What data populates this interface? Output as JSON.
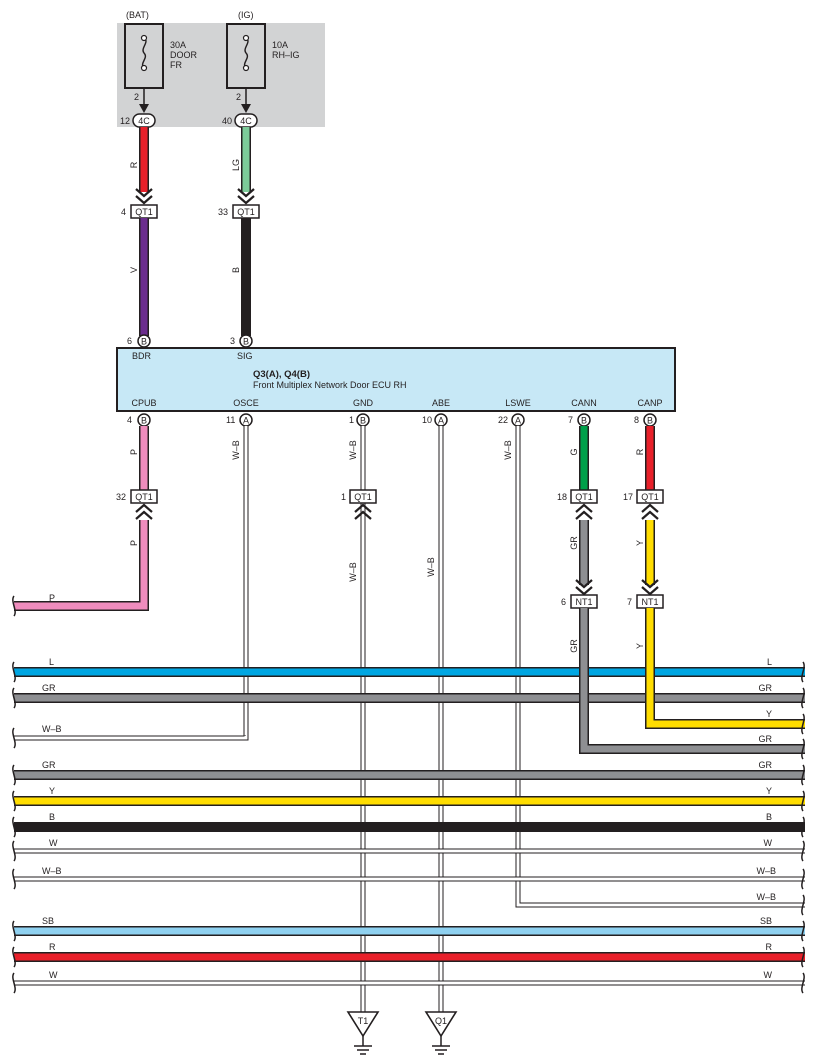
{
  "colors": {
    "R": "#e8202a",
    "LG": "#7ccb99",
    "V": "#6b2d8e",
    "B": "#231f20",
    "P": "#ef8cbd",
    "G": "#00a04a",
    "GR": "#8e8f92",
    "Y": "#ffdd00",
    "L": "#00a6e2",
    "SB": "#8fd1f0",
    "W": "#ffffff",
    "W-B": "#ffffff",
    "ecu_fill": "#c7e8f6",
    "fuse_box_fill": "#d2d3d4"
  },
  "fuses": [
    {
      "id": "bat",
      "source": "(BAT)",
      "rating": "30A",
      "name_lines": [
        "DOOR",
        "FR"
      ],
      "pin_above": "2",
      "conn_pin": "12",
      "conn": "4C"
    },
    {
      "id": "ig",
      "source": "(IG)",
      "rating": "10A",
      "name_lines": [
        "RH–IG"
      ],
      "pin_above": "2",
      "conn_pin": "40",
      "conn": "4C"
    }
  ],
  "upper_wires": [
    {
      "id": "bat-r",
      "color": "R",
      "qt_pin": "4",
      "qt": "QT1",
      "lower_color": "V",
      "ecu_pin": "6",
      "ecu_conn": "B",
      "terminal": "BDR"
    },
    {
      "id": "ig-lg",
      "color": "LG",
      "qt_pin": "33",
      "qt": "QT1",
      "lower_color": "B",
      "ecu_pin": "3",
      "ecu_conn": "B",
      "terminal": "SIG"
    }
  ],
  "ecu": {
    "title": "Q3(A), Q4(B)",
    "name": "Front Multiplex Network Door ECU RH",
    "pins": [
      {
        "terminal": "CPUB",
        "pin": "4",
        "conn": "B",
        "color": "P"
      },
      {
        "terminal": "OSCE",
        "pin": "11",
        "conn": "A",
        "color": "W–B"
      },
      {
        "terminal": "GND",
        "pin": "1",
        "conn": "B",
        "color": "W–B"
      },
      {
        "terminal": "ABE",
        "pin": "10",
        "conn": "A",
        "color": ""
      },
      {
        "terminal": "LSWE",
        "pin": "22",
        "conn": "A",
        "color": "W–B"
      },
      {
        "terminal": "CANN",
        "pin": "7",
        "conn": "B",
        "color": "G"
      },
      {
        "terminal": "CANP",
        "pin": "8",
        "conn": "B",
        "color": "R"
      }
    ]
  },
  "qt_connectors": [
    {
      "id": "cpub",
      "pin": "32",
      "name": "QT1",
      "below_color": "P"
    },
    {
      "id": "gnd",
      "pin": "1",
      "name": "QT1",
      "below_color": "W–B"
    },
    {
      "id": "cann",
      "pin": "18",
      "name": "QT1",
      "below_color": "GR"
    },
    {
      "id": "canp",
      "pin": "17",
      "name": "QT1",
      "below_color": "Y"
    }
  ],
  "abe_wire_label": "W–B",
  "nt_connectors": [
    {
      "id": "cann",
      "pin": "6",
      "name": "NT1",
      "below_color": "GR"
    },
    {
      "id": "canp",
      "pin": "7",
      "name": "NT1",
      "below_color": "Y"
    }
  ],
  "left_wires": [
    {
      "id": "p",
      "color": "P",
      "label": "P"
    },
    {
      "id": "osce",
      "color": "W-B",
      "label": "W–B"
    }
  ],
  "bus_lines": [
    {
      "id": "l",
      "color": "L",
      "left": "L",
      "right": "L"
    },
    {
      "id": "gr1",
      "color": "GR",
      "left": "GR",
      "right": "GR"
    },
    {
      "id": "y-canp",
      "color": "Y",
      "left": "",
      "right": "Y"
    },
    {
      "id": "gr-cann",
      "color": "GR",
      "left": "",
      "right": "GR"
    },
    {
      "id": "gr2",
      "color": "GR",
      "left": "GR",
      "right": "GR"
    },
    {
      "id": "y2",
      "color": "Y",
      "left": "Y",
      "right": "Y"
    },
    {
      "id": "b",
      "color": "B",
      "left": "B",
      "right": "B"
    },
    {
      "id": "w1",
      "color": "W",
      "left": "W",
      "right": "W"
    },
    {
      "id": "wb1",
      "color": "W-B",
      "left": "W–B",
      "right": "W–B"
    },
    {
      "id": "wb-lswe",
      "color": "W-B",
      "left": "",
      "right": "W–B"
    },
    {
      "id": "sb",
      "color": "SB",
      "left": "SB",
      "right": "SB"
    },
    {
      "id": "r",
      "color": "R",
      "left": "R",
      "right": "R"
    },
    {
      "id": "w2",
      "color": "W",
      "left": "W",
      "right": "W"
    }
  ],
  "grounds": [
    {
      "id": "gnd",
      "label": "T1"
    },
    {
      "id": "abe",
      "label": "Q1"
    }
  ]
}
